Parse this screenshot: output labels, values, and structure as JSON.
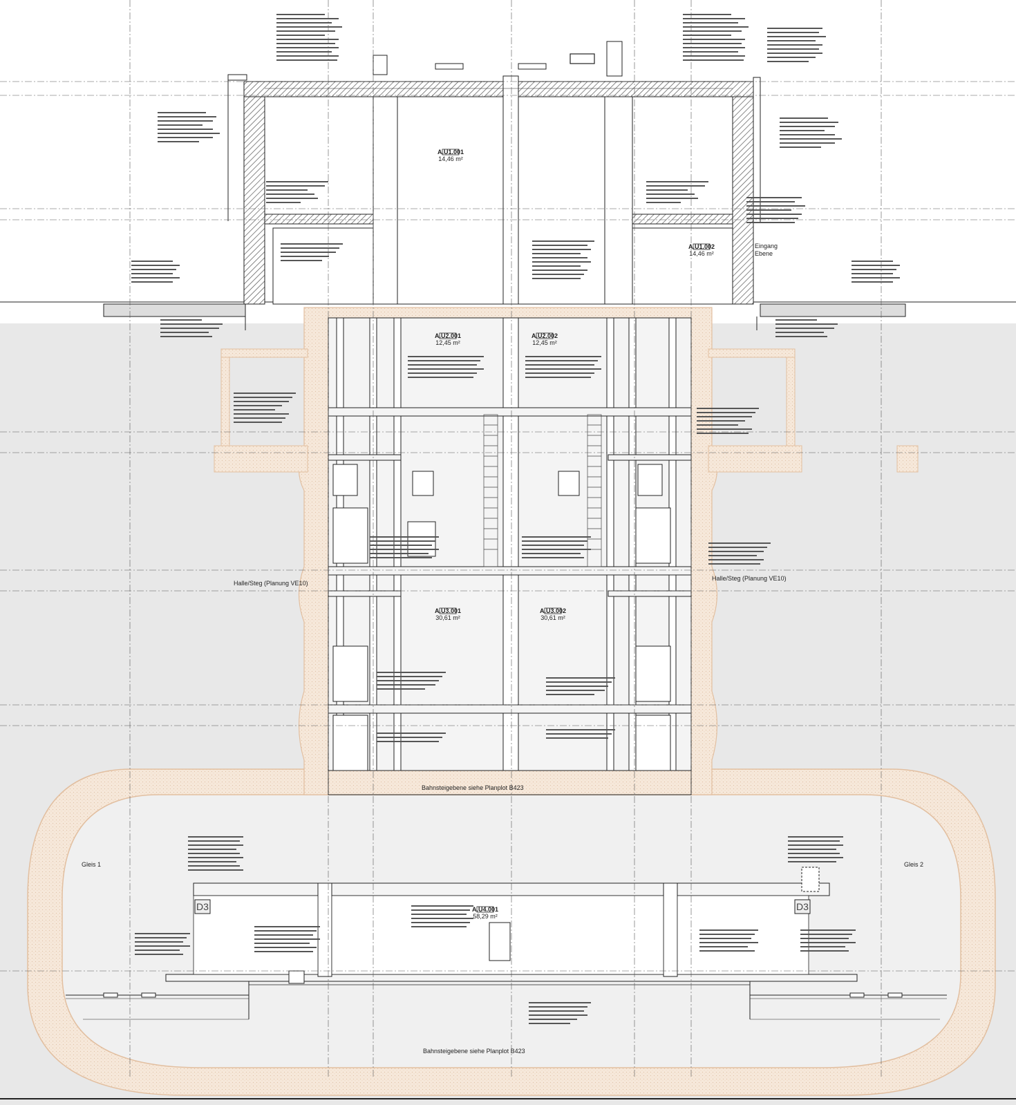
{
  "labels": {
    "entrance": "Eingang",
    "entrance_sub": "Ebene",
    "hall_left": "Halle/Steg (Planung VE10)",
    "hall_right": "Halle/Steg (Planung VE10)",
    "platform_ref_top": "Bahnsteigebene siehe Planplot B423",
    "platform_ref_bottom": "Bahnsteigebene siehe Planplot B423",
    "tunnel_left": "Gleis 1",
    "tunnel_right": "Gleis 2",
    "d3_left": "D3",
    "d3_right": "D3"
  },
  "rooms": [
    {
      "id": "A.U1.001",
      "area": "14,46 m²"
    },
    {
      "id": "A.U1.002",
      "area": "14,46 m²"
    },
    {
      "id": "A.U2.001",
      "area": "12,45 m²"
    },
    {
      "id": "A.U2.002",
      "area": "12,45 m²"
    },
    {
      "id": "A.U3.001",
      "area": "30,61 m²"
    },
    {
      "id": "A.U3.002",
      "area": "30,61 m²"
    },
    {
      "id": "A.U4.001",
      "area": "58,29 m²"
    }
  ],
  "colors": {
    "concrete_fill": "#f6e8da",
    "concrete_edge": "#e2bfa0",
    "ground": "#e8e8e8",
    "line": "#222222",
    "grid_line": "#555555",
    "wall_hatch": "#555555"
  }
}
